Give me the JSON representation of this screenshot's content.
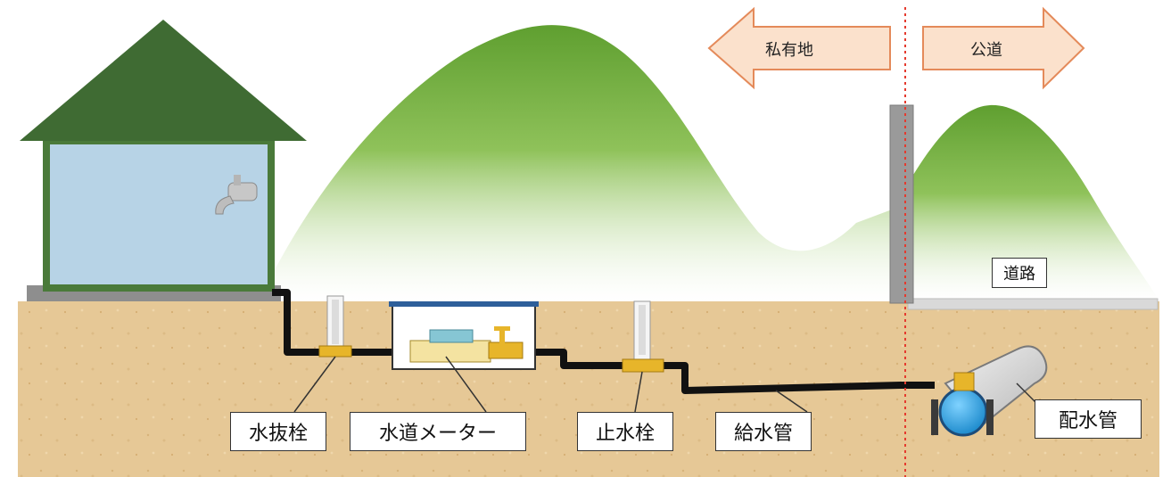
{
  "directions": {
    "private_land": "私有地",
    "public_road": "公道"
  },
  "road_label": "道路",
  "labels": {
    "drain_plug": "水抜栓",
    "water_meter": "水道メーター",
    "stop_valve": "止水栓",
    "supply_pipe": "給水管",
    "distribution_main": "配水管"
  },
  "colors": {
    "soil": "#e6c896",
    "mountain": "#6aa83a",
    "house_roof": "#3f6b33",
    "house_wall": "#b7d3e6",
    "pipe": "#111111",
    "boundary_line": "#e53a2e",
    "arrow_fill": "#fbe1cc",
    "arrow_stroke": "#e48a5a",
    "brass": "#e7b52a"
  }
}
